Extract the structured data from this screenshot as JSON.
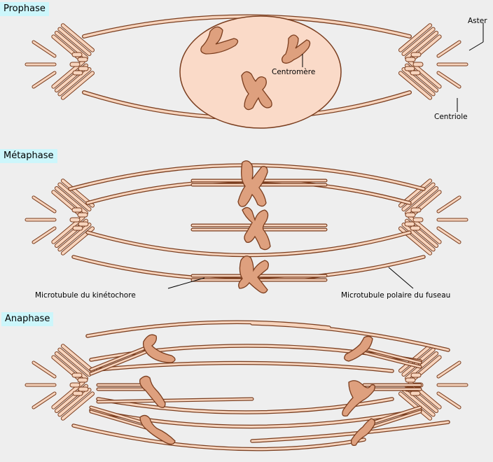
{
  "phases": [
    {
      "label": "Prophase"
    },
    {
      "label": "Métaphase"
    },
    {
      "label": "Anaphase"
    }
  ],
  "labels": {
    "aster": "Aster",
    "centromere": "Centromère",
    "centriole": "Centriole",
    "kinetochore_microtubule": "Microtubule du kinétochore",
    "polar_microtubule": "Microtubule polaire du fuseau"
  },
  "colors": {
    "fiber_fill": "#f7d4bd",
    "outline": "#7a3d1e",
    "chromosome": "#dea07e",
    "nucleus": "#fadac8",
    "tag_bg": "#ccf6fb"
  }
}
